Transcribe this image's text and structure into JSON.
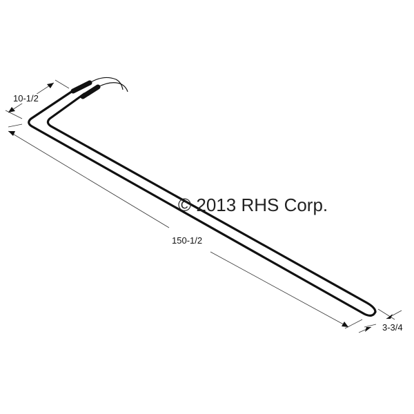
{
  "diagram": {
    "dimensions": {
      "leg_length": "10-1/2",
      "overall_length": "150-1/2",
      "width": "3-3/4"
    },
    "watermark": "© 2013 RHS Corp.",
    "colors": {
      "line": "#111111",
      "dim": "#333333"
    }
  }
}
